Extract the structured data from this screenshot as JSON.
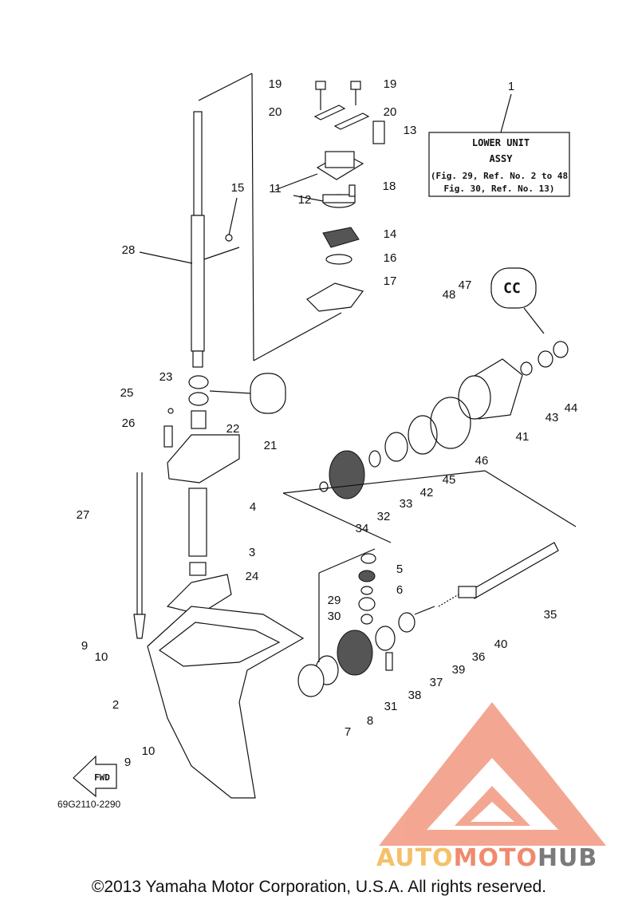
{
  "box": {
    "title_line1": "LOWER UNIT",
    "title_line2": "ASSY",
    "ref_line1": "(Fig. 29, Ref. No. 2 to 48",
    "ref_line2": " Fig. 30, Ref. No. 13)",
    "callout": "1"
  },
  "callouts": [
    "19",
    "19",
    "20",
    "20",
    "13",
    "15",
    "11",
    "18",
    "12",
    "14",
    "16",
    "28",
    "17",
    "47",
    "48",
    "23",
    "25",
    "22",
    "26",
    "21",
    "44",
    "43",
    "41",
    "46",
    "45",
    "42",
    "33",
    "32",
    "34",
    "4",
    "27",
    "3",
    "24",
    "5",
    "6",
    "35",
    "29",
    "30",
    "40",
    "36",
    "9",
    "10",
    "39",
    "37",
    "38",
    "31",
    "2",
    "8",
    "7",
    "10",
    "9"
  ],
  "fwd_label": "FWD",
  "drawing_code": "69G2110-2290",
  "copyright": "©2013 Yamaha Motor Corporation, U.S.A. All rights reserved.",
  "watermark": {
    "part1": "AUTO",
    "part2": "MOTO",
    "part3": "HUB"
  },
  "colors": {
    "line": "#111111",
    "watermark_red": "#f08a6e",
    "watermark_orange": "#f4c06a",
    "watermark_gray": "#7a7a7a"
  }
}
